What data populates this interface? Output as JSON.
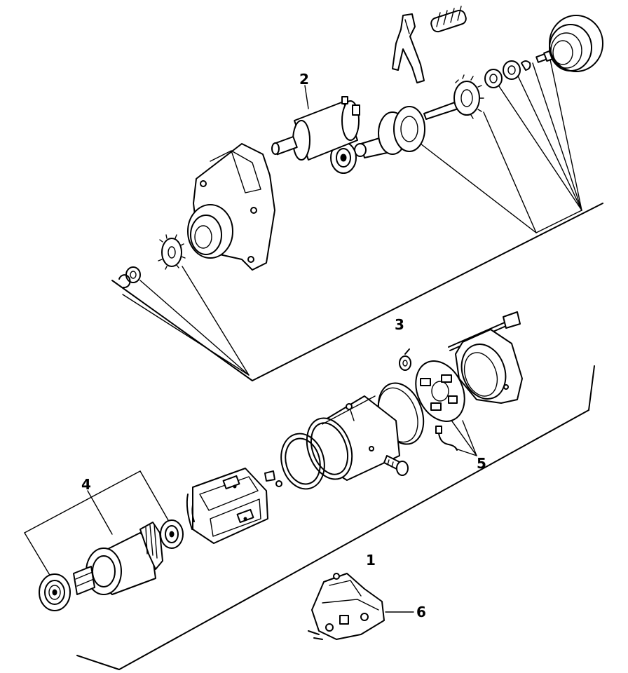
{
  "diagram": {
    "callouts": [
      {
        "id": "1",
        "label": "1"
      },
      {
        "id": "2",
        "label": "2"
      },
      {
        "id": "3",
        "label": "3"
      },
      {
        "id": "4",
        "label": "4"
      },
      {
        "id": "5",
        "label": "5"
      },
      {
        "id": "6",
        "label": "6"
      }
    ],
    "line_color": "#000000",
    "background": "#ffffff"
  }
}
